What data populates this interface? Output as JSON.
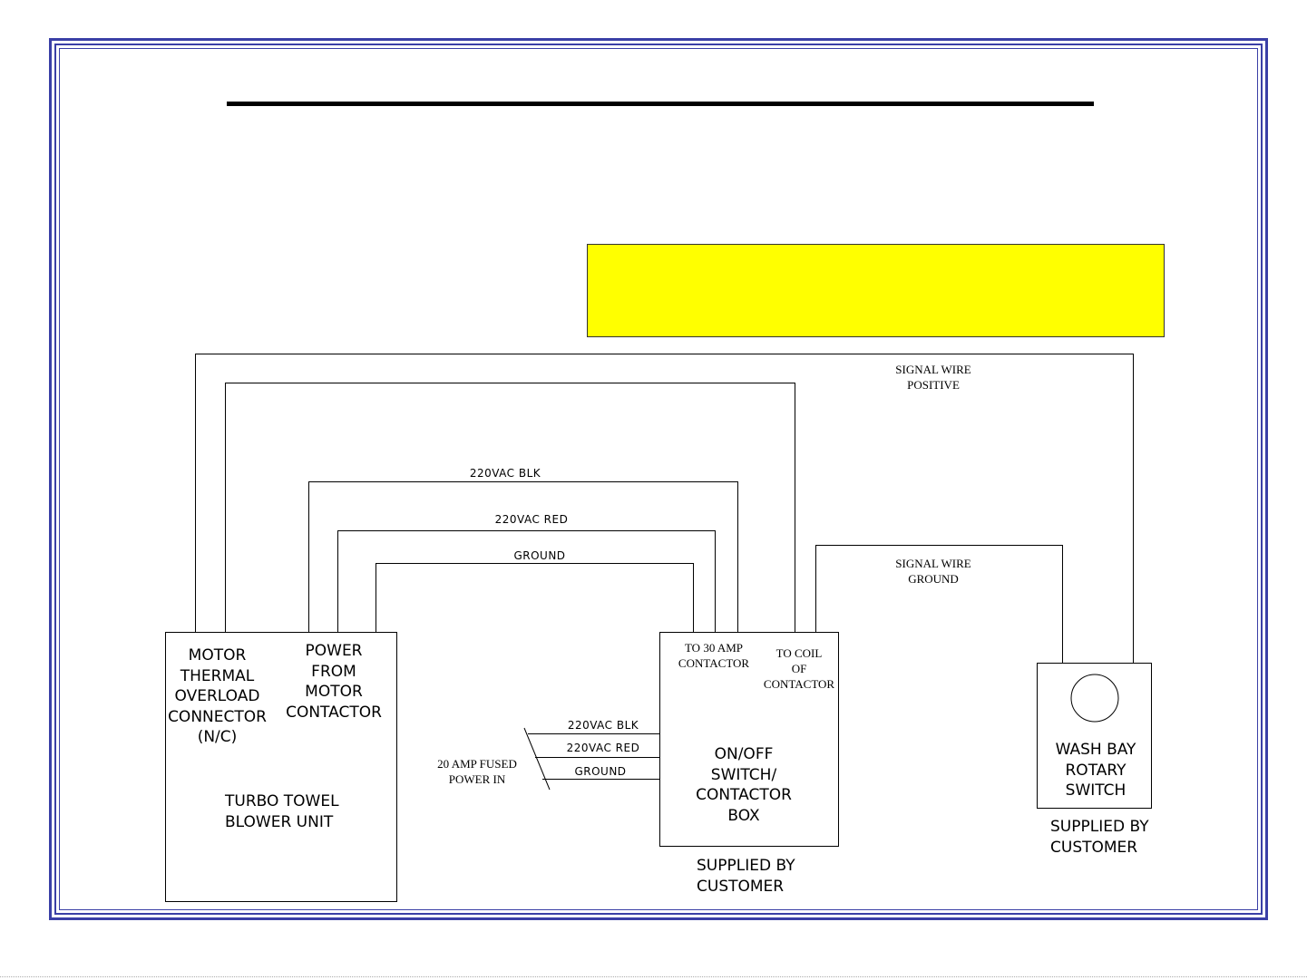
{
  "boxes": {
    "blower": {
      "thermal_label": "MOTOR\nTHERMAL\nOVERLOAD\nCONNECTOR\n(N/C)",
      "power_label": "POWER\nFROM\nMOTOR\nCONTACTOR",
      "unit_label": "TURBO TOWEL\nBLOWER UNIT"
    },
    "contactor": {
      "amp_label": "TO 30 AMP\nCONTACTOR",
      "coil_label": "TO COIL\nOF\nCONTACTOR",
      "box_label": "ON/OFF\nSWITCH/\nCONTACTOR\nBOX",
      "supplied_label": "SUPPLIED BY\nCUSTOMER"
    },
    "rotary": {
      "switch_label": "WASH BAY\nROTARY\nSWITCH",
      "supplied_label": "SUPPLIED BY\nCUSTOMER"
    }
  },
  "wires": {
    "signal_positive": "SIGNAL WIRE\nPOSITIVE",
    "signal_ground": "SIGNAL WIRE\nGROUND",
    "blk_top": "220VAC BLK",
    "red_top": "220VAC RED",
    "ground_top": "GROUND",
    "blk_in": "220VAC BLK",
    "red_in": "220VAC RED",
    "ground_in": "GROUND",
    "power_in": "20 AMP  FUSED\nPOWER IN"
  },
  "colors": {
    "frame": "#3a3fa6",
    "note_fill": "#ffff00",
    "line": "#000000"
  }
}
